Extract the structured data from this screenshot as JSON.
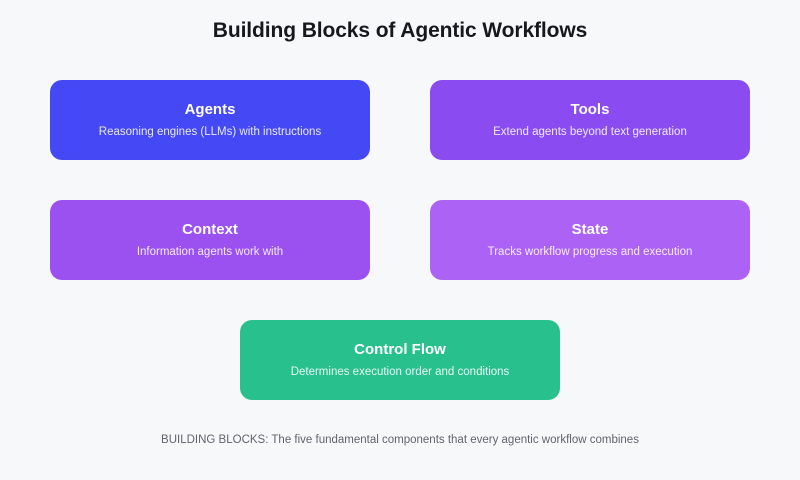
{
  "page": {
    "title": "Building Blocks of Agentic Workflows",
    "background_color": "#f7f8fa",
    "title_color": "#17181c"
  },
  "blocks": [
    {
      "name": "Agents",
      "description": "Reasoning engines (LLMs) with instructions",
      "color": "#4548f5",
      "row": 1,
      "column": 1
    },
    {
      "name": "Tools",
      "description": "Extend agents beyond text generation",
      "color": "#8a4cf0",
      "row": 1,
      "column": 2
    },
    {
      "name": "Context",
      "description": "Information agents work with",
      "color": "#9b51f0",
      "row": 2,
      "column": 1
    },
    {
      "name": "State",
      "description": "Tracks workflow progress and execution",
      "color": "#ac63f5",
      "row": 2,
      "column": 2
    },
    {
      "name": "Control Flow",
      "description": "Determines execution order and conditions",
      "color": "#28c08c",
      "row": 3,
      "column": 1
    }
  ],
  "footer": {
    "caption": "BUILDING BLOCKS: The five fundamental components that every agentic workflow combines",
    "color": "#5f6470"
  }
}
